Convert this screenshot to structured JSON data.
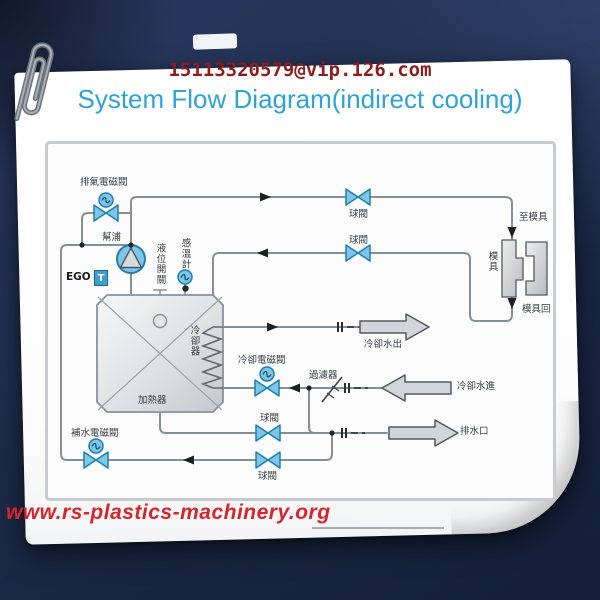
{
  "header": {
    "email": "15113320579@vip.126.com",
    "title": "System Flow Diagram(indirect cooling)"
  },
  "footer": {
    "website": "www.rs-plastics-machinery.org"
  },
  "diagram": {
    "labels": {
      "exhaust_solenoid_valve": "排氣電磁閥",
      "pump": "幫浦",
      "ego": "EGO",
      "ego_probe": "T",
      "level_switch": "液位開關",
      "temp_sensor": "感溫計",
      "cooler": "冷卻器",
      "heater": "加熱器",
      "ball_valve": "球閥",
      "to_mold": "至模具",
      "mold": "模具",
      "mold_return": "模具回",
      "cooling_water_out": "冷卻水出",
      "cooling_solenoid_valve": "冷卻電磁閥",
      "filter": "過濾器",
      "cooling_water_in": "冷卻水進",
      "drain_port": "排水口",
      "water_refill_solenoid_valve": "補水電磁閥"
    },
    "colors": {
      "valve_fill": "#7cc6e8",
      "valve_stroke": "#1f7fae",
      "pipe": "#868e96",
      "block_arrow": "#d2d5d9",
      "background_navy": "#1b2946",
      "email_red": "#8e1d1d",
      "title_blue": "#2fa3d5",
      "url_red": "#d5262b"
    }
  }
}
